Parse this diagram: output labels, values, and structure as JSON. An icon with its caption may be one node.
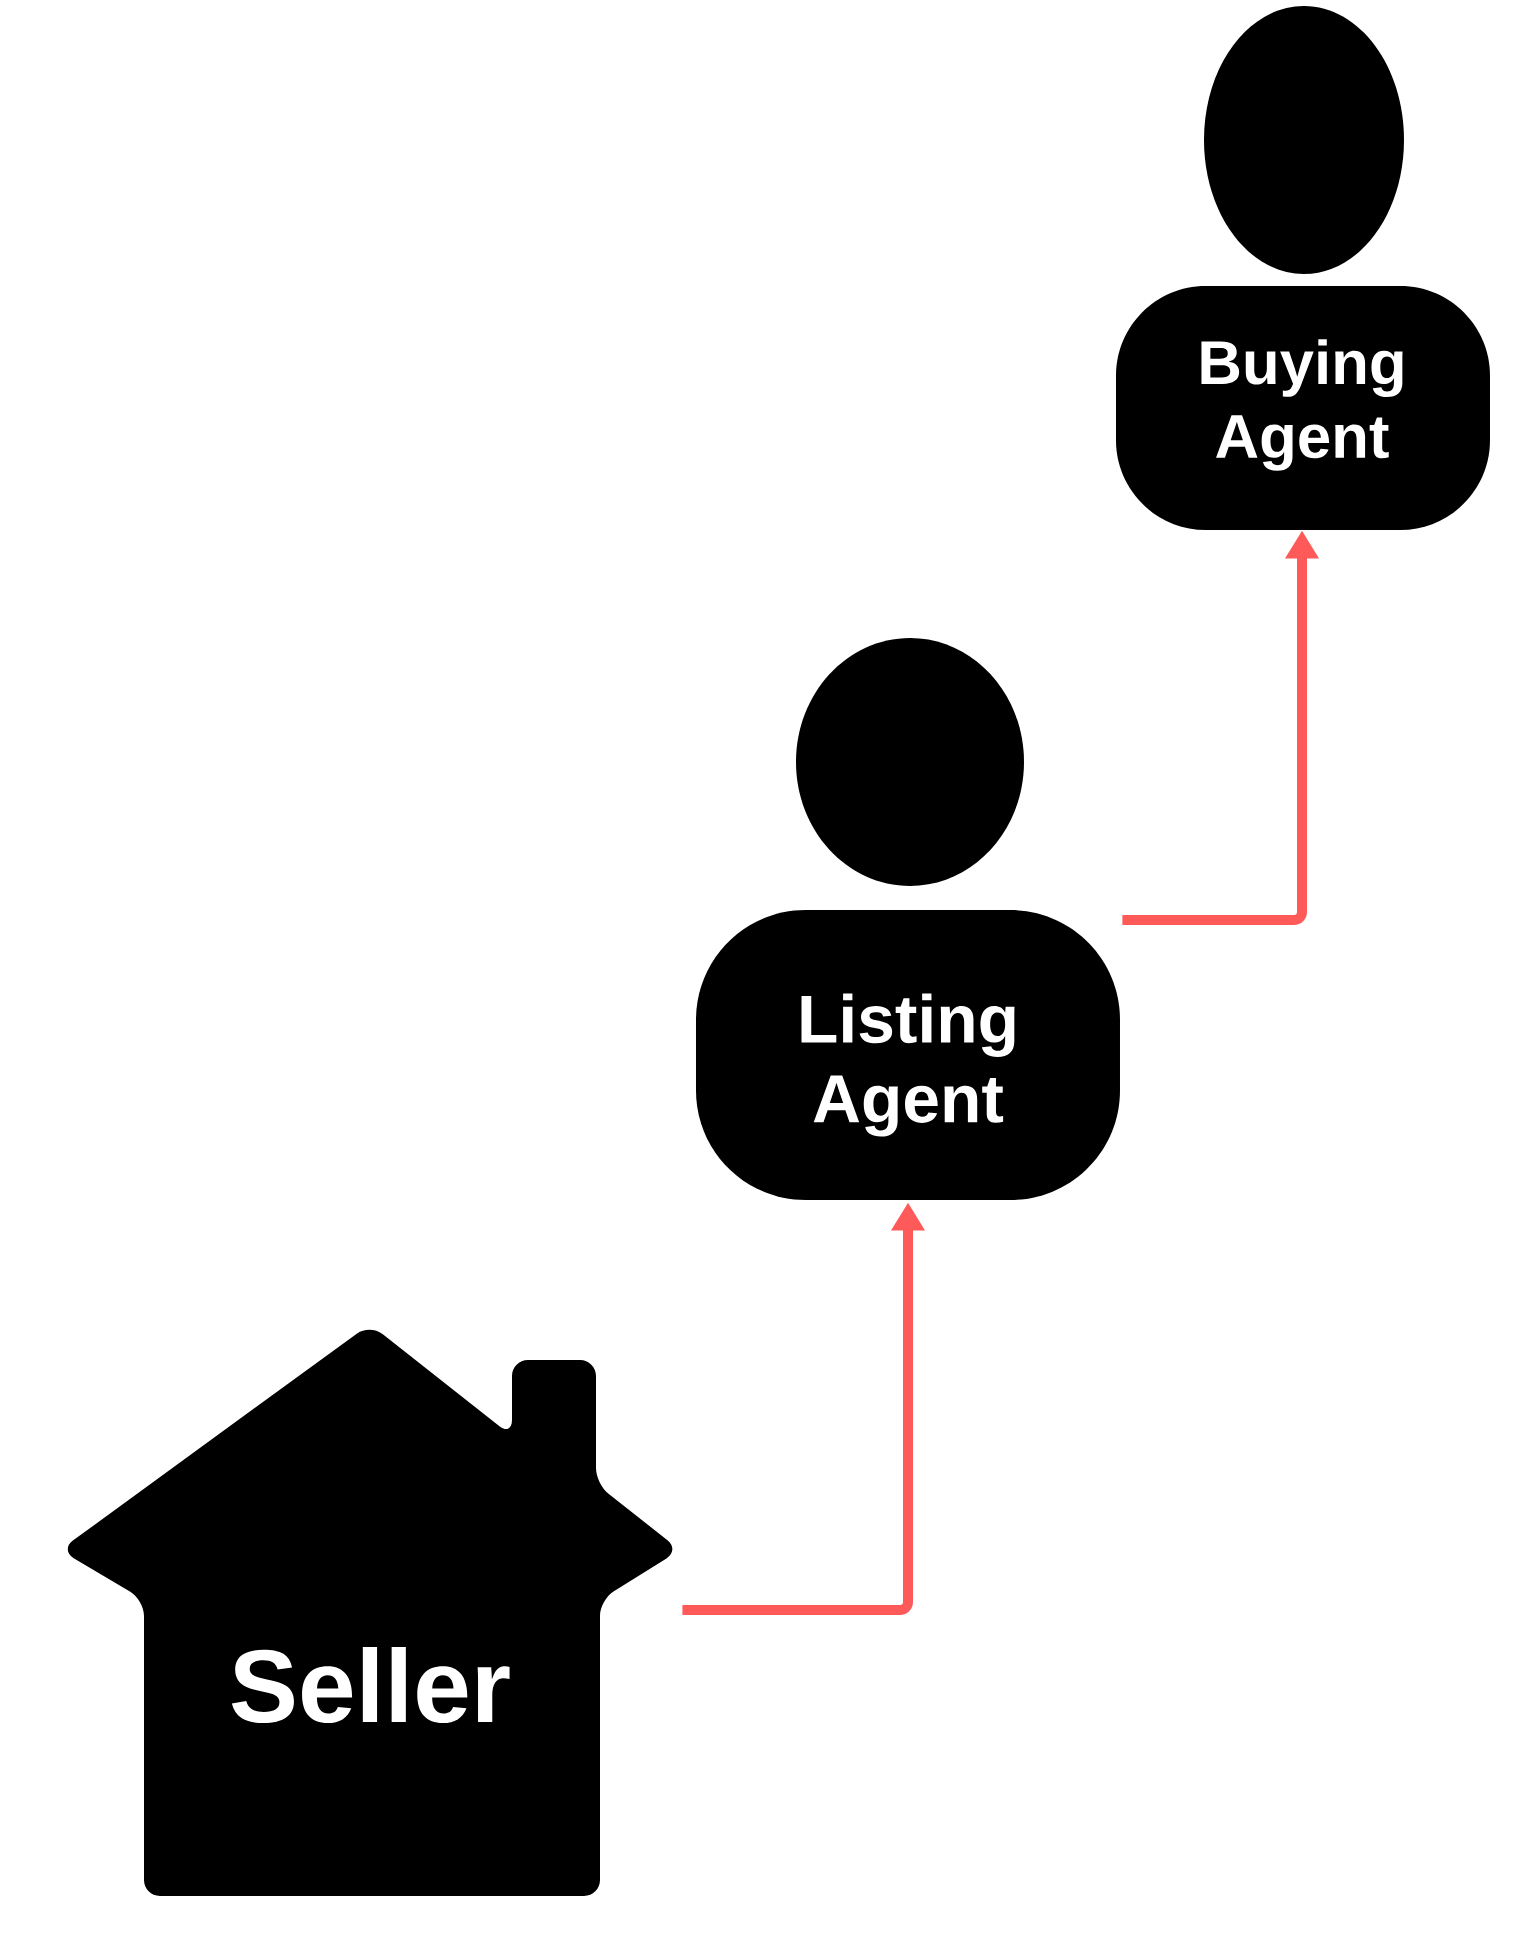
{
  "diagram": {
    "nodes": [
      {
        "text": [
          "Seller"
        ]
      },
      {
        "text": [
          "Listing Agent"
        ]
      },
      {
        "text": [
          "Buying Agent"
        ]
      }
    ],
    "edges": [
      {
        "from": 0,
        "to": 1,
        "arrow": "to"
      },
      {
        "from": 1,
        "to": 2,
        "arrow": "to"
      }
    ]
  }
}
